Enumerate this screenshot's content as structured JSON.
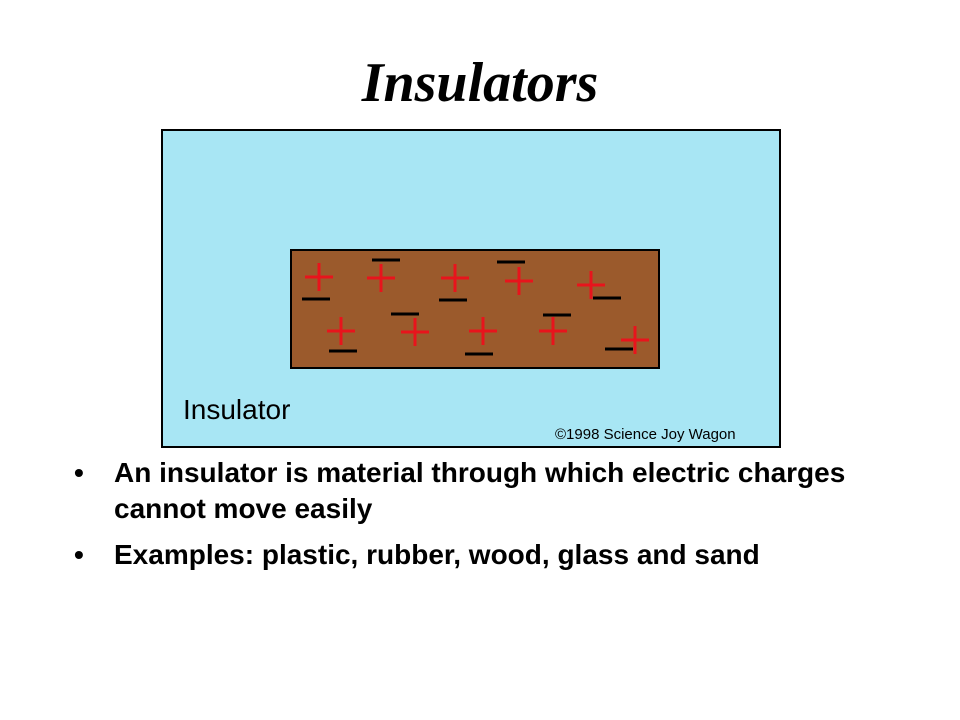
{
  "slide": {
    "title": "Insulators",
    "figure": {
      "label": "Insulator",
      "copyright": "©1998 Science Joy Wagon",
      "plus_symbol": "+",
      "minus_symbol": "—",
      "colors": {
        "background": "#a8e6f4",
        "material": "#9b5a2c",
        "charge": "#e8141c",
        "border": "#000000"
      }
    },
    "bullets": [
      {
        "dot": "•",
        "text": "An insulator is material through which electric charges cannot move easily"
      },
      {
        "dot": "•",
        "text": "Examples: plastic, rubber, wood, glass and sand"
      }
    ]
  }
}
